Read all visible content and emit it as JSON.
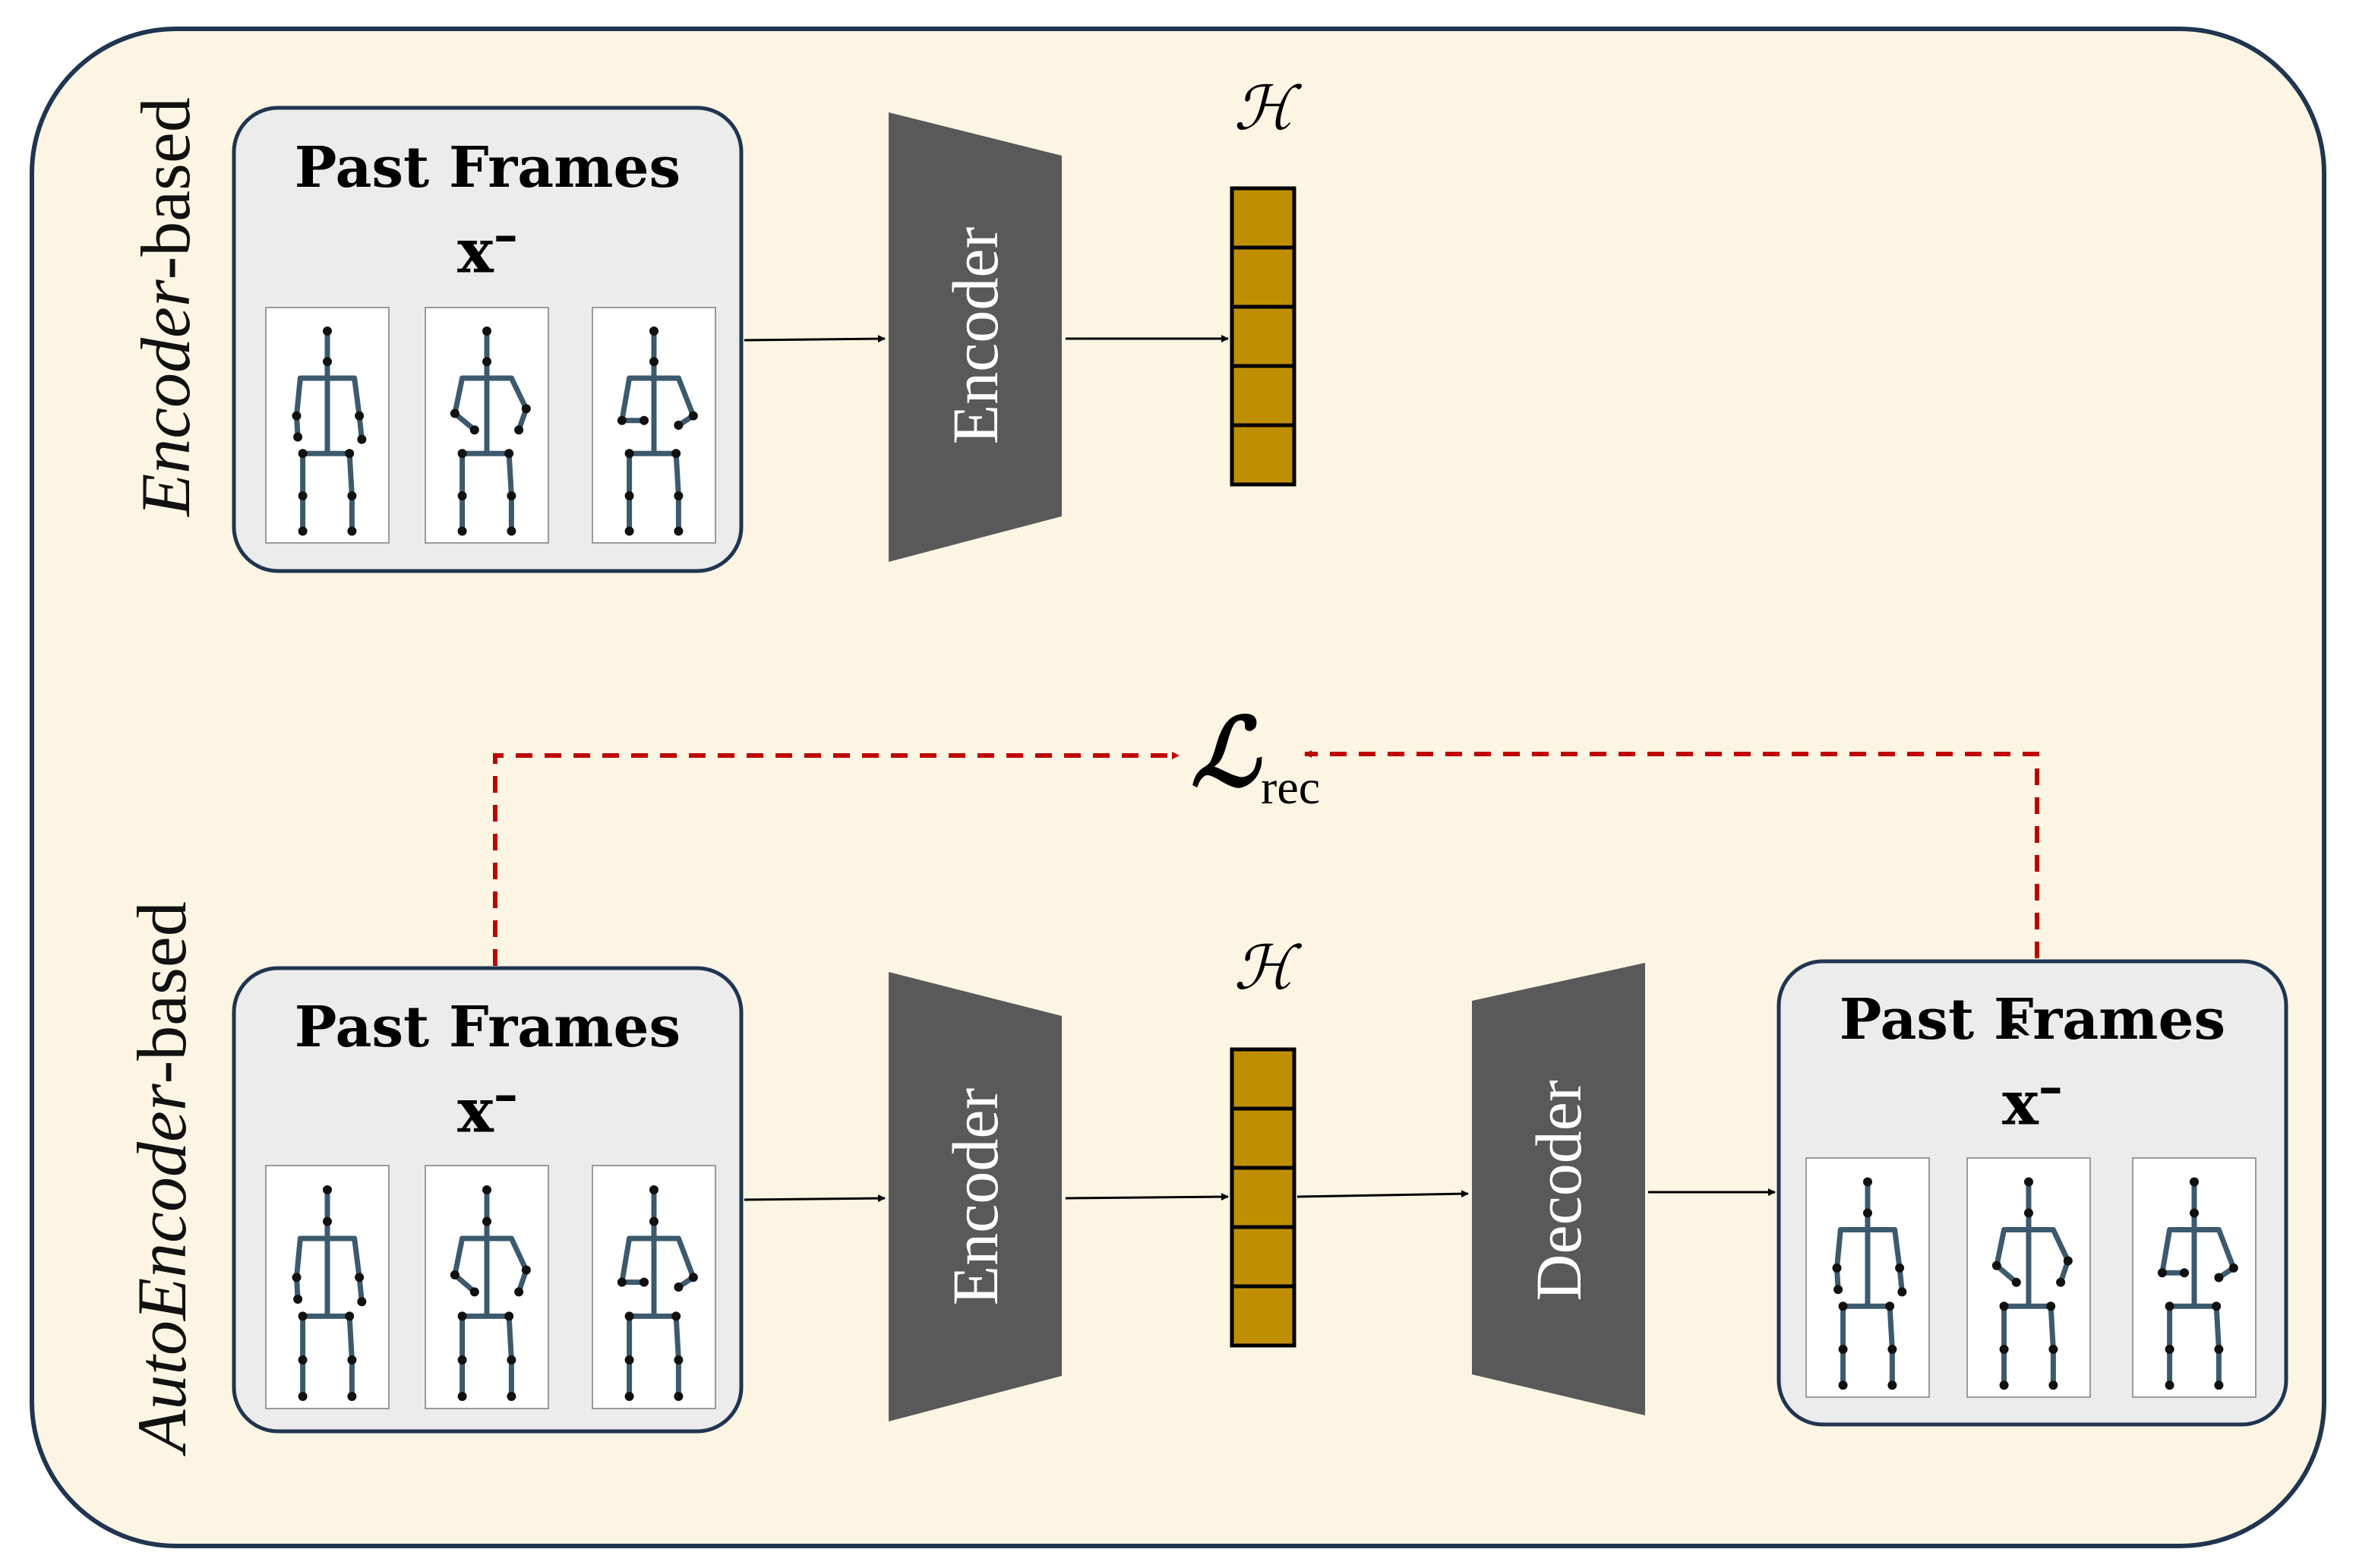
{
  "sections": {
    "encoder_based": {
      "label_emph": "Encoder",
      "label_rest": "-based"
    },
    "autoencoder_based": {
      "label_emph": "AutoEncoder",
      "label_rest": "-based"
    }
  },
  "input_frames": {
    "title": "Past Frames",
    "variable": "x",
    "superscript": "–"
  },
  "output_frames": {
    "title": "Past Frames",
    "variable": "x",
    "hat": "^",
    "superscript": "–"
  },
  "blocks": {
    "encoder": "Encoder",
    "decoder": "Decoder"
  },
  "latent": {
    "symbol": "ℋ"
  },
  "loss": {
    "symbol": "ℒ",
    "subscript": "rec"
  },
  "colors": {
    "background": "#fdf5e3",
    "frame_panel": "#ececec",
    "panel_border": "#1f3550",
    "block": "#595959",
    "latent": "#bf8f00",
    "loss_arrow": "#c00000",
    "skeleton": "#3c5a6e"
  }
}
